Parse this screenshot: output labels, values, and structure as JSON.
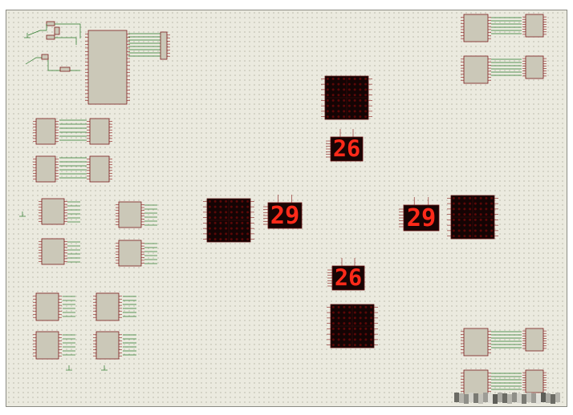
{
  "schematic": {
    "displays": {
      "north": "26",
      "south": "26",
      "west": "29",
      "east": "29"
    },
    "colors": {
      "sheet": "#ebeadf",
      "chip_body": "#cbc8b8",
      "chip_outline": "#7a1c1c",
      "wire": "#2a7a2a",
      "segment_on": "#ff2a1a",
      "matrix_bg": "#140404"
    }
  }
}
